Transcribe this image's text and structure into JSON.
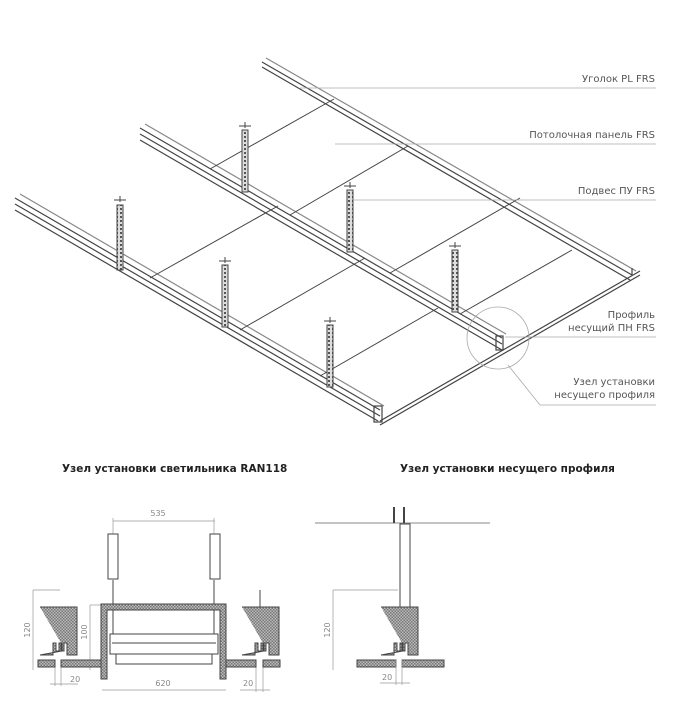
{
  "labels": {
    "angle": "Уголок PL FRS",
    "panel": "Потолочная панель FRS",
    "hanger": "Подвес ПУ FRS",
    "profile_line1": "Профиль",
    "profile_line2": "несущий ПН FRS",
    "node_line1": "Узел установки",
    "node_line2": "несущего профиля"
  },
  "details": {
    "lamp_title": "Узел установки светильника RAN118",
    "profile_title": "Узел установки несущего профиля",
    "dims": {
      "d535": "535",
      "d620": "620",
      "d120a": "120",
      "d100": "100",
      "d20a": "20",
      "d20b": "20",
      "d120b": "120",
      "d20c": "20"
    }
  }
}
